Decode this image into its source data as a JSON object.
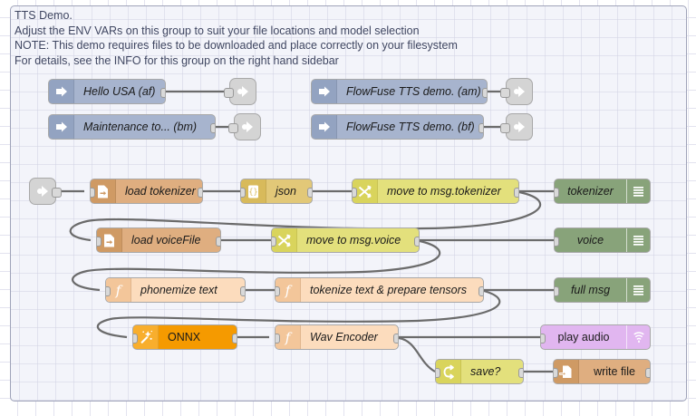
{
  "app": {
    "name": "Node-RED flow editor canvas"
  },
  "group": {
    "note_lines": [
      "TTS Demo.",
      "Adjust the ENV VARs on this group to suit your file locations and model selection",
      "NOTE: This demo requires files to be downloaded and place correctly on your filesystem",
      "For details, see the INFO for this group on the right hand sidebar"
    ],
    "note_text": "TTS Demo.\nAdjust the ENV VARs on this group to suit your file locations and model selection\nNOTE: This demo requires files to be downloaded and place correctly on your filesystem\nFor details, see the INFO for this group on the right hand sidebar",
    "border_color": "#9fa3b9",
    "fill_color": "#f3f4fa"
  },
  "palette": {
    "inject": "#a7b4ce",
    "file_in": "#dfae80",
    "json": "#e2c878",
    "change": "#e3e07c",
    "switch": "#e3e07c",
    "function": "#fcdcbd",
    "debug": "#88a37a",
    "onnx": "#f59a00",
    "audio_out": "#e1b6f0",
    "link": "#d4d4d4",
    "wire": "#6b6b6b",
    "canvas_grid": "#e3e3ef"
  },
  "nodes": {
    "injects": [
      {
        "label": "Hello USA (af)",
        "icon": "inject-arrow-icon",
        "type": "inject"
      },
      {
        "label": "FlowFuse TTS demo. (am)",
        "icon": "inject-arrow-icon",
        "type": "inject"
      },
      {
        "label": "Maintenance to... (bm)",
        "icon": "inject-arrow-icon",
        "type": "inject"
      },
      {
        "label": "FlowFuse TTS demo. (bf)",
        "icon": "inject-arrow-icon",
        "type": "inject"
      }
    ],
    "link_out_labels": [
      "link-out",
      "link-out",
      "link-out",
      "link-out"
    ],
    "link_in_label": "link-in",
    "flow": [
      {
        "label": "load tokenizer",
        "icon": "file-in-icon",
        "type": "file"
      },
      {
        "label": "json",
        "icon": "json-braces-icon",
        "type": "json"
      },
      {
        "label": "move to msg.tokenizer",
        "icon": "change-icon",
        "type": "change"
      },
      {
        "label": "tokenizer",
        "icon": "debug-bars-icon",
        "type": "debug"
      },
      {
        "label": "load voiceFile",
        "icon": "file-in-icon",
        "type": "file"
      },
      {
        "label": "move to msg.voice",
        "icon": "change-icon",
        "type": "change"
      },
      {
        "label": "voice",
        "icon": "debug-bars-icon",
        "type": "debug"
      },
      {
        "label": "phonemize text",
        "icon": "function-f-icon",
        "type": "function"
      },
      {
        "label": "tokenize text & prepare tensors",
        "icon": "function-f-icon",
        "type": "function"
      },
      {
        "label": "full msg",
        "icon": "debug-bars-icon",
        "type": "debug"
      },
      {
        "label": "ONNX",
        "icon": "magic-wand-icon",
        "type": "onnx"
      },
      {
        "label": "Wav Encoder",
        "icon": "function-f-icon",
        "type": "function"
      },
      {
        "label": "play audio",
        "icon": "audio-waves-icon",
        "type": "audio"
      },
      {
        "label": "save?",
        "icon": "switch-icon",
        "type": "switch"
      },
      {
        "label": "write file",
        "icon": "file-out-icon",
        "type": "file"
      }
    ]
  }
}
